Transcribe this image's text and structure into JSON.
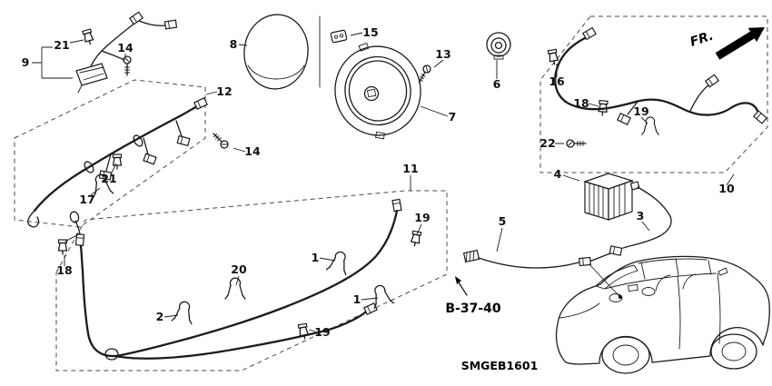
{
  "diagram": {
    "direction_label": "FR.",
    "reference_code": "B-37-40",
    "diagram_code": "SMGEB1601",
    "callouts": [
      {
        "id": "21-a",
        "label": "21"
      },
      {
        "id": "9",
        "label": "9"
      },
      {
        "id": "14-a",
        "label": "14"
      },
      {
        "id": "12",
        "label": "12"
      },
      {
        "id": "8",
        "label": "8"
      },
      {
        "id": "15",
        "label": "15"
      },
      {
        "id": "13",
        "label": "13"
      },
      {
        "id": "7",
        "label": "7"
      },
      {
        "id": "6",
        "label": "6"
      },
      {
        "id": "16",
        "label": "16"
      },
      {
        "id": "18-a",
        "label": "18"
      },
      {
        "id": "19-a",
        "label": "19"
      },
      {
        "id": "22",
        "label": "22"
      },
      {
        "id": "4",
        "label": "4"
      },
      {
        "id": "10",
        "label": "10"
      },
      {
        "id": "14-b",
        "label": "14"
      },
      {
        "id": "21-b",
        "label": "21"
      },
      {
        "id": "17",
        "label": "17"
      },
      {
        "id": "18-b",
        "label": "18"
      },
      {
        "id": "11",
        "label": "11"
      },
      {
        "id": "19-b",
        "label": "19"
      },
      {
        "id": "1-a",
        "label": "1"
      },
      {
        "id": "20",
        "label": "20"
      },
      {
        "id": "1-b",
        "label": "1"
      },
      {
        "id": "2",
        "label": "2"
      },
      {
        "id": "19-c",
        "label": "19"
      },
      {
        "id": "5",
        "label": "5"
      },
      {
        "id": "3",
        "label": "3"
      }
    ]
  }
}
